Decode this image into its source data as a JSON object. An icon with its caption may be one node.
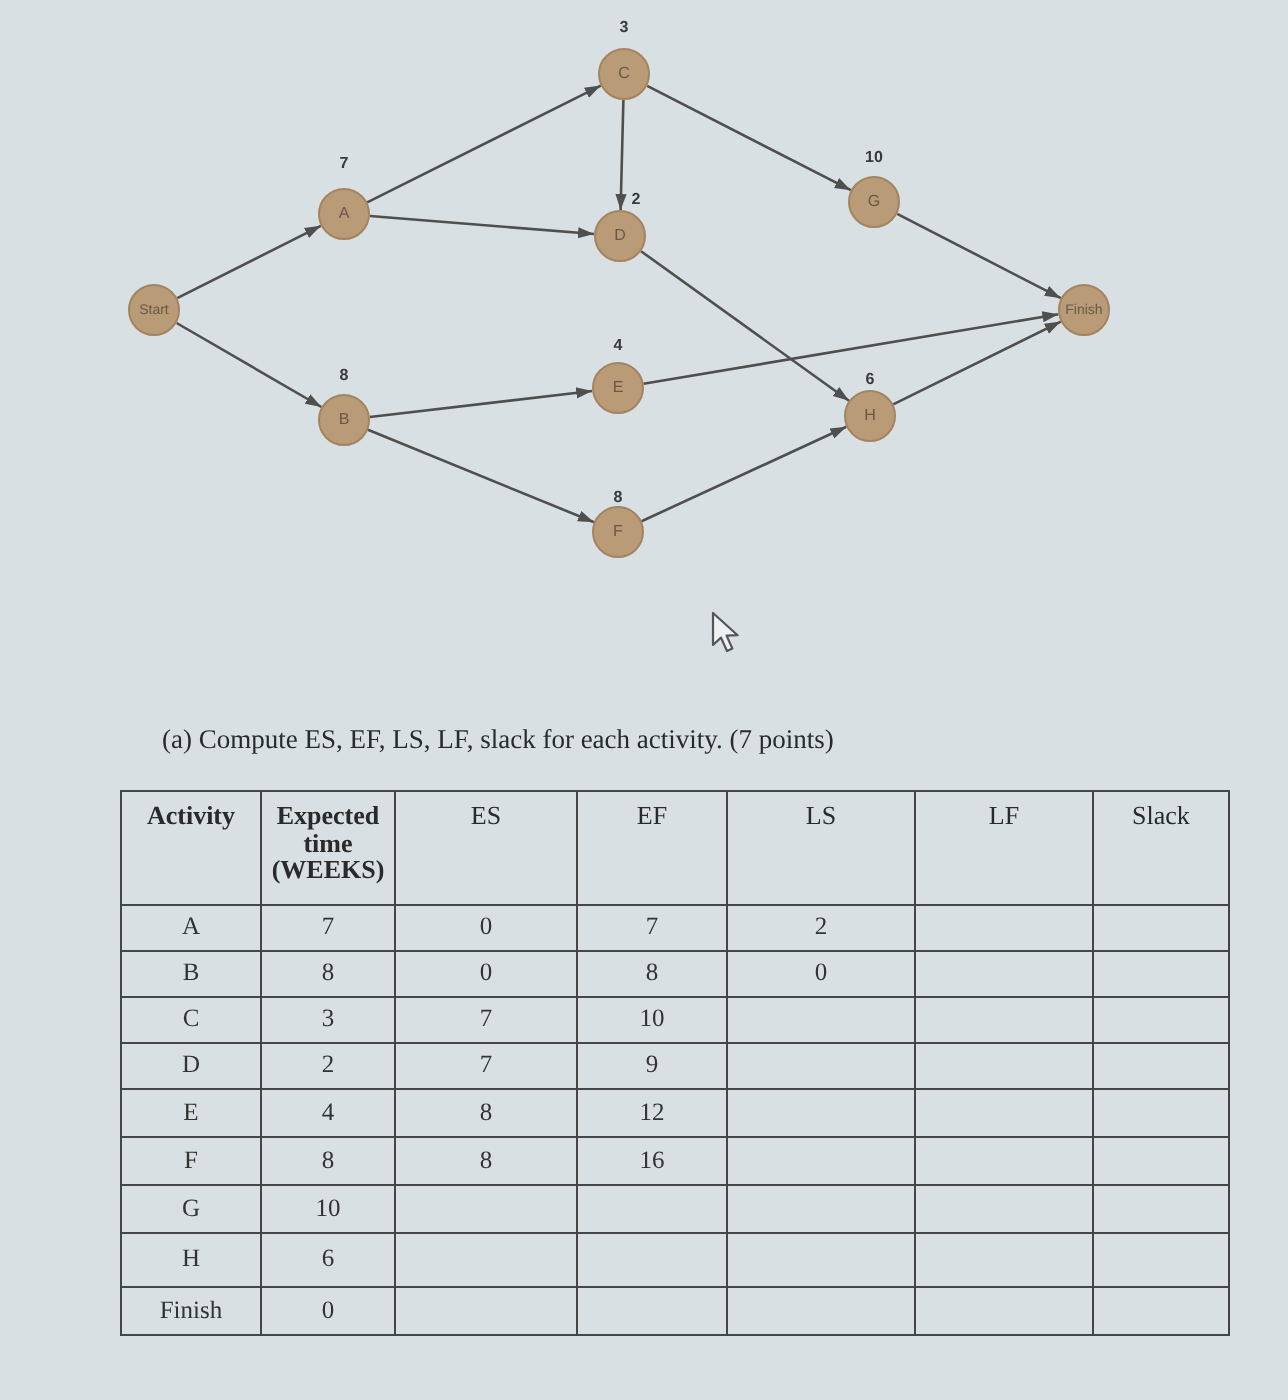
{
  "diagram": {
    "nodes": [
      {
        "text": [
          "Start"
        ]
      },
      {
        "text": [
          "A"
        ],
        "beside": [
          "7"
        ]
      },
      {
        "text": [
          "B"
        ],
        "beside": [
          "8"
        ]
      },
      {
        "text": [
          "C"
        ],
        "beside": [
          "3"
        ]
      },
      {
        "text": [
          "D"
        ],
        "beside": [
          "2"
        ]
      },
      {
        "text": [
          "E"
        ],
        "beside": [
          "4"
        ]
      },
      {
        "text": [
          "F"
        ],
        "beside": [
          "8"
        ]
      },
      {
        "text": [
          "G"
        ],
        "beside": [
          "10"
        ]
      },
      {
        "text": [
          "H"
        ],
        "beside": [
          "6"
        ]
      },
      {
        "text": [
          "Finish"
        ]
      }
    ],
    "edges": [
      {
        "from": 0,
        "to": 1,
        "arrow": "to"
      },
      {
        "from": 0,
        "to": 2,
        "arrow": "to"
      },
      {
        "from": 1,
        "to": 3,
        "arrow": "to"
      },
      {
        "from": 1,
        "to": 4,
        "arrow": "to"
      },
      {
        "from": 3,
        "to": 4,
        "arrow": "to"
      },
      {
        "from": 3,
        "to": 7,
        "arrow": "to"
      },
      {
        "from": 4,
        "to": 8,
        "arrow": "to"
      },
      {
        "from": 2,
        "to": 5,
        "arrow": "to"
      },
      {
        "from": 2,
        "to": 6,
        "arrow": "to"
      },
      {
        "from": 5,
        "to": 9,
        "arrow": "to"
      },
      {
        "from": 6,
        "to": 8,
        "arrow": "to"
      },
      {
        "from": 7,
        "to": 9,
        "arrow": "to"
      },
      {
        "from": 8,
        "to": 9,
        "arrow": "to"
      }
    ],
    "labels": [
      "(a) Compute ES, EF, LS, LF, slack for each activity. (7 points)",
      "Activity",
      "Expected time (WEEKS)",
      "ES",
      "EF",
      "LS",
      "LF",
      "Slack",
      "A",
      "7",
      "0",
      "7",
      "2",
      "B",
      "8",
      "0",
      "8",
      "0",
      "C",
      "3",
      "7",
      "10",
      "D",
      "2",
      "7",
      "9",
      "E",
      "4",
      "8",
      "12",
      "F",
      "8",
      "8",
      "16",
      "G",
      "10",
      "H",
      "6",
      "Finish",
      "0"
    ]
  }
}
